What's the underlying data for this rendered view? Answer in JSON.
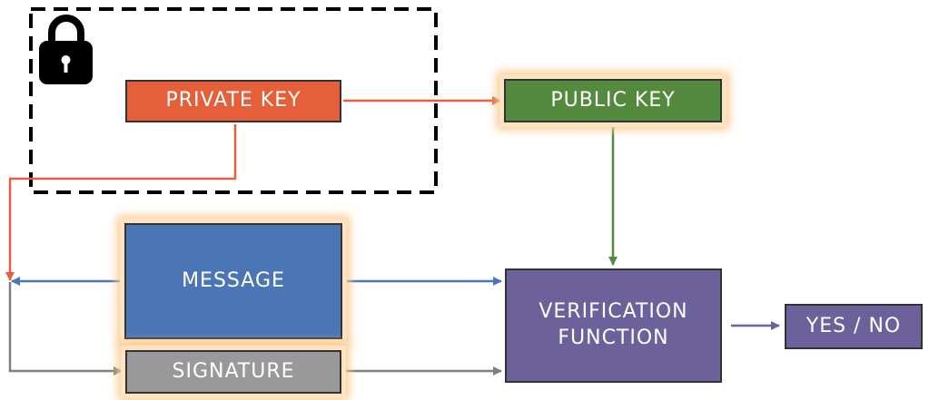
{
  "diagram": {
    "nodes": {
      "private_key": "PRIVATE KEY",
      "public_key": "PUBLIC KEY",
      "message": "MESSAGE",
      "signature": "SIGNATURE",
      "verification": "VERIFICATION\nFUNCTION",
      "result": "YES / NO"
    },
    "icons": {
      "lock": "lock-icon"
    },
    "colors": {
      "private_key": "#e5603a",
      "public_key": "#548a3e",
      "message": "#4b76b6",
      "signature": "#999999",
      "verification": "#6d619b",
      "result": "#6d619b",
      "arrow_private": "#e5603a",
      "arrow_public": "#548a3e",
      "arrow_message": "#4b76b6",
      "arrow_signature": "#7f7f7f",
      "arrow_result": "#6d619b",
      "glow": "#f9c98f"
    }
  }
}
